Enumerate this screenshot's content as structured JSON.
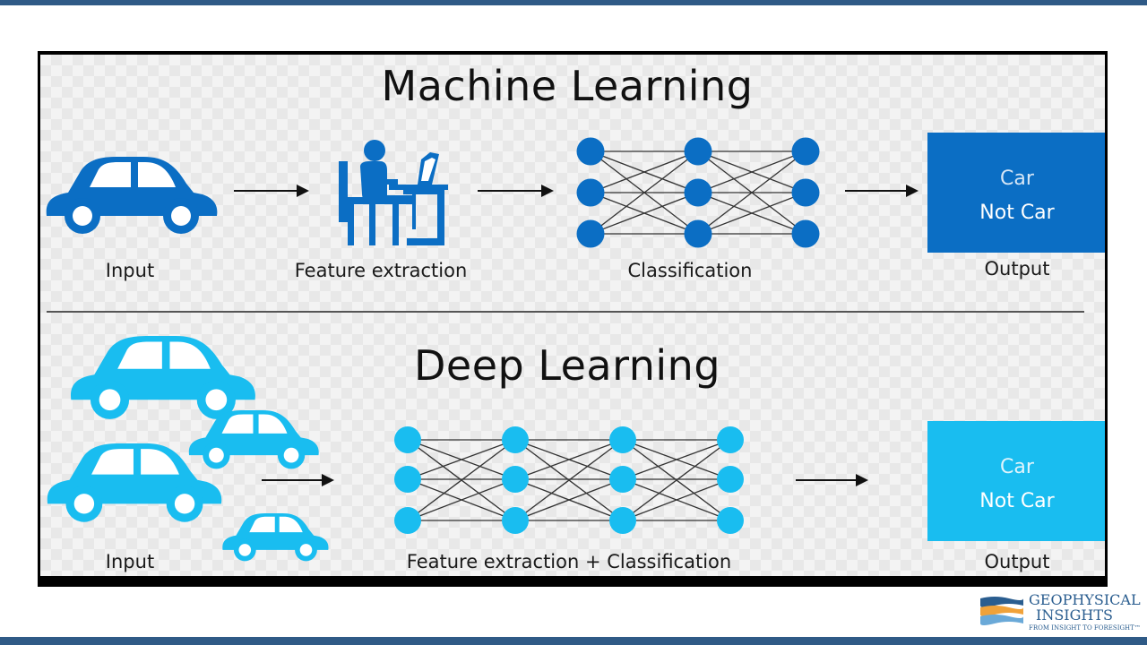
{
  "colors": {
    "ml_blue": "#0b6ec4",
    "dl_blue": "#19bdf0",
    "frame": "#000000",
    "bars": "#2f5a86",
    "logo_blue": "#2a5d8f",
    "logo_orange": "#f0a23a"
  },
  "machine_learning": {
    "title": "Machine Learning",
    "input_label": "Input",
    "feature_label": "Feature extraction",
    "classification_label": "Classification",
    "output_label": "Output",
    "output_options": [
      "Car",
      "Not Car"
    ]
  },
  "deep_learning": {
    "title": "Deep Learning",
    "input_label": "Input",
    "combined_label": "Feature extraction + Classification",
    "output_label": "Output",
    "output_options": [
      "Car",
      "Not Car"
    ]
  },
  "icons": {
    "input": "car-icon",
    "feature_extraction": "person-at-computer-icon",
    "classifier": "neural-network-icon",
    "flow": "arrow-right-icon"
  },
  "logo": {
    "name_line1": "GEOPHYSICAL",
    "name_line2": "INSIGHTS",
    "tagline": "FROM INSIGHT TO FORESIGHT™"
  }
}
